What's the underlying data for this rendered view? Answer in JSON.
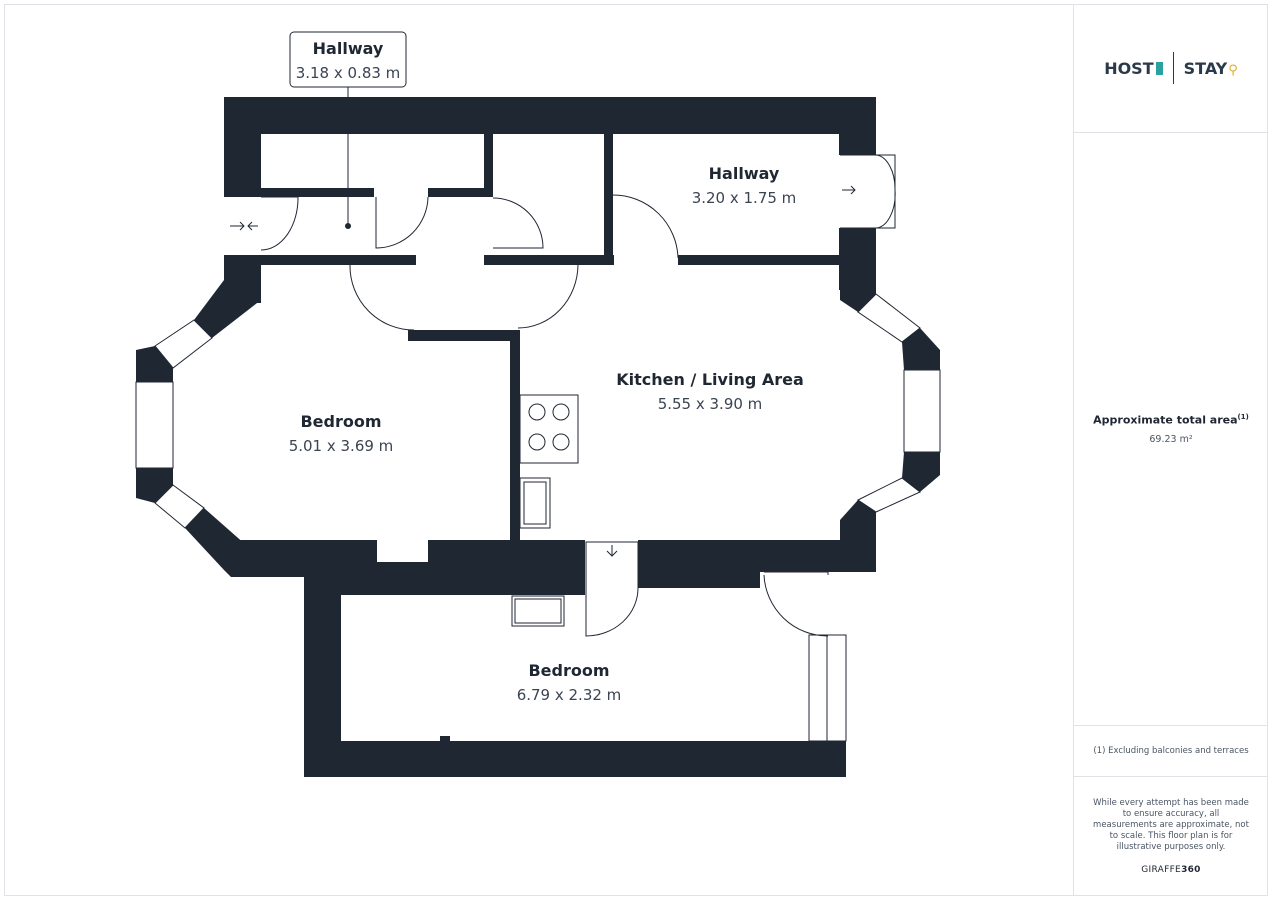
{
  "rooms": {
    "hallway_small": {
      "name": "Hallway",
      "dims": "3.18 x 0.83 m"
    },
    "hallway_large": {
      "name": "Hallway",
      "dims": "3.20 x 1.75 m"
    },
    "kitchen_living": {
      "name": "Kitchen / Living Area",
      "dims": "5.55 x 3.90 m"
    },
    "bedroom_left": {
      "name": "Bedroom",
      "dims": "5.01 x 3.69 m"
    },
    "bedroom_bottom": {
      "name": "Bedroom",
      "dims": "6.79 x 2.32 m"
    }
  },
  "sidebar": {
    "logo_left": "HOST",
    "logo_right": "STAY",
    "area_title": "Approximate total area",
    "area_superscript": "(1)",
    "area_value": "69.23 m²",
    "footnote": "(1) Excluding balconies and terraces",
    "disclaimer": "While every attempt has been made to ensure accuracy, all measurements are approximate, not to scale. This floor plan is for illustrative purposes only.",
    "brand_prefix": "GIRAFFE",
    "brand_suffix": "360"
  },
  "colors": {
    "wall": "#1f2733",
    "logo_teal": "#2aa3a0",
    "logo_pin": "#e6a92a"
  }
}
